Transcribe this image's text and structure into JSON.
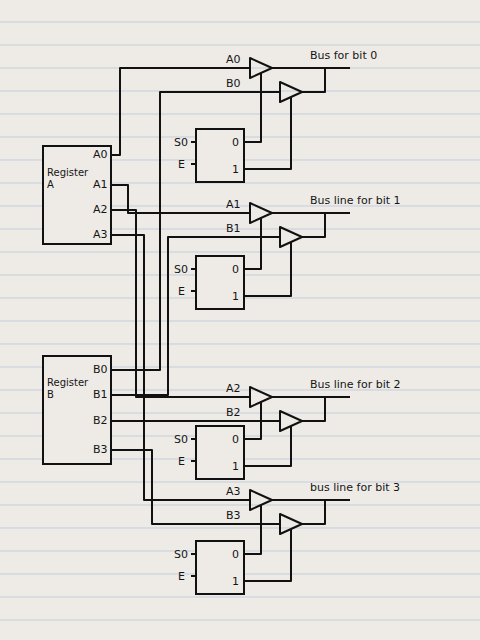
{
  "diagram": {
    "nodes": [
      {
        "text": [
          "Register A"
        ]
      },
      {
        "text": [
          "Register B"
        ]
      },
      {
        "text": [
          "0",
          "1"
        ]
      },
      {
        "text": [
          "0",
          "1"
        ]
      },
      {
        "text": [
          "0",
          "1"
        ]
      },
      {
        "text": [
          "0",
          "1"
        ]
      }
    ],
    "labels": [
      "A0",
      "A1",
      "A2",
      "A3",
      "B0",
      "B1",
      "B2",
      "B3",
      "A0",
      "B0",
      "Bus for bit 0",
      "S0",
      "E",
      "A1",
      "B1",
      "Bus line for bit 1",
      "S0",
      "E",
      "A2",
      "B2",
      "Bus line for bit 2",
      "S0",
      "E",
      "A3",
      "B3",
      "bus line for bit 3",
      "S0",
      "E"
    ]
  }
}
